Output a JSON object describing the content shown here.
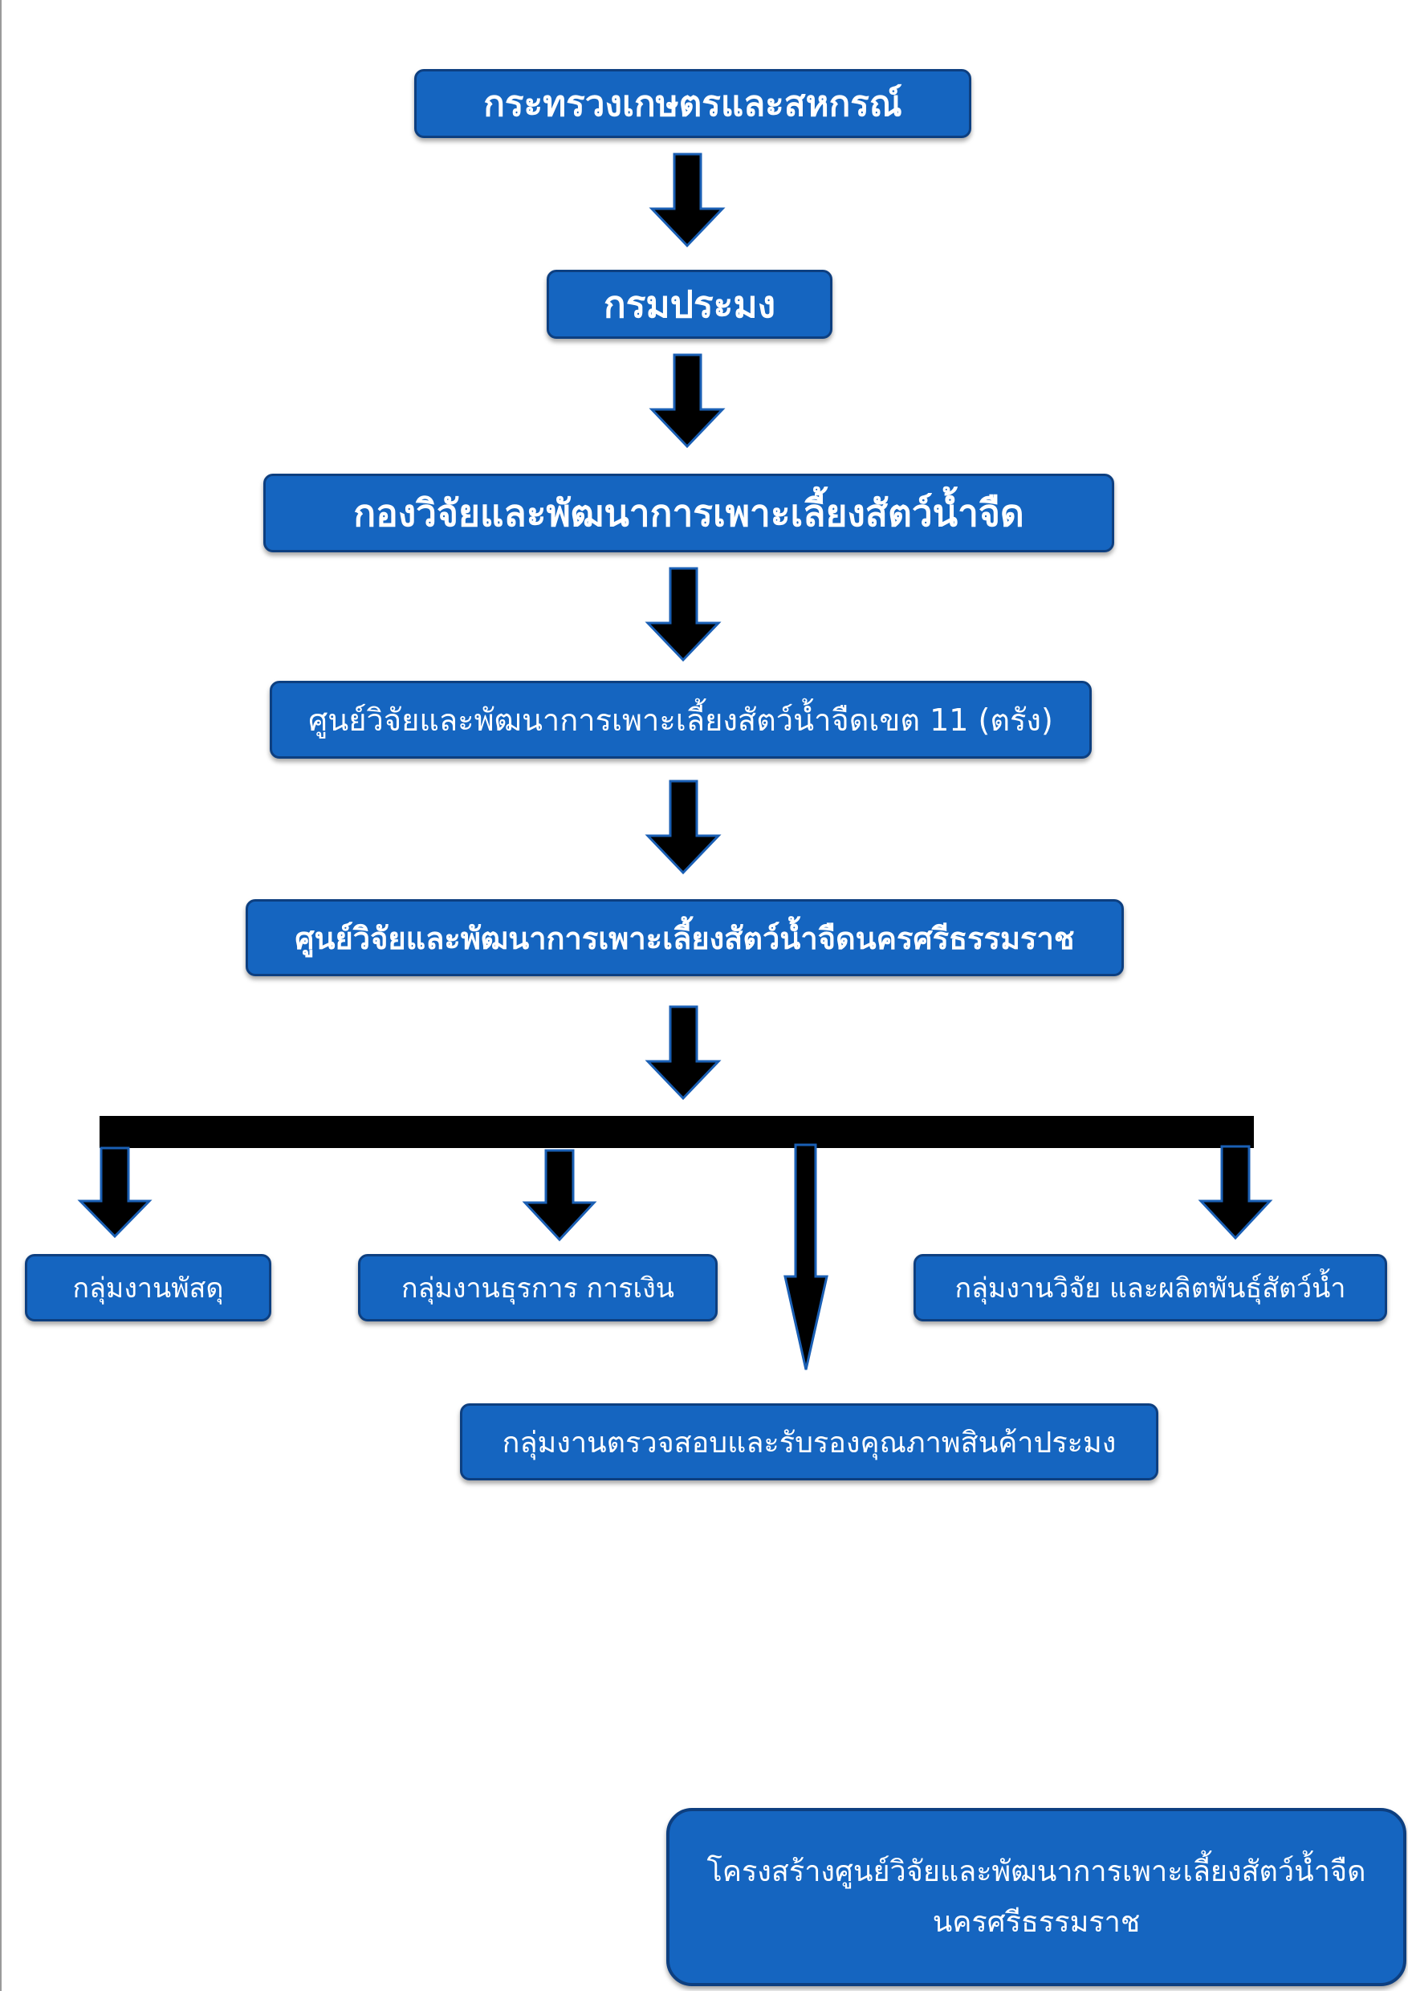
{
  "org_chart": {
    "ministry": "กระทรวงเกษตรและสหกรณ์",
    "department": "กรมประมง",
    "division": "กองวิจัยและพัฒนาการเพาะเลี้ยงสัตว์น้ำจืด",
    "regional_center": "ศูนย์วิจัยและพัฒนาการเพาะเลี้ยงสัตว์น้ำจืดเขต 11 (ตรัง)",
    "center": "ศูนย์วิจัยและพัฒนาการเพาะเลี้ยงสัตว์น้ำจืดนครศรีธรรมราช",
    "groups": {
      "supplies": "กลุ่มงานพัสดุ",
      "general_finance": "กลุ่มงานธุรการ การเงิน",
      "research_products": "กลุ่มงานวิจัย และผลิตพันธุ์สัตว์น้ำ",
      "inspection": "กลุ่มงานตรวจสอบและรับรองคุณภาพสินค้าประมง"
    }
  },
  "caption": {
    "line1": "โครงสร้างศูนย์วิจัยและพัฒนาการเพาะเลี้ยงสัตว์น้ำจืด",
    "line2": "นครศรีธรรมราช"
  },
  "colors": {
    "box_fill": "#1565c0",
    "box_border": "#0d3f80",
    "arrow": "#000000",
    "arrow_outline": "#1a5fb4"
  }
}
